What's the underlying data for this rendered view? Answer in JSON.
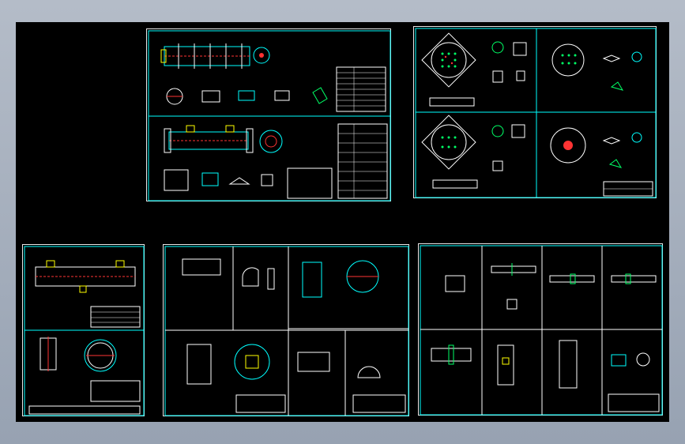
{
  "colors": {
    "background_frame": "#a5aebb",
    "model_space": "#000000",
    "border": "#00ffff",
    "outline": "#ffffff",
    "accent_green": "#00ff66",
    "accent_red": "#ff3333",
    "accent_yellow": "#ffff00",
    "accent_magenta": "#ff00ff"
  },
  "sheets": [
    {
      "id": "sheet-1",
      "caption": ""
    },
    {
      "id": "sheet-2",
      "caption": ""
    },
    {
      "id": "sheet-3",
      "caption": ""
    },
    {
      "id": "sheet-4",
      "caption": ""
    },
    {
      "id": "sheet-5",
      "caption": ""
    }
  ]
}
